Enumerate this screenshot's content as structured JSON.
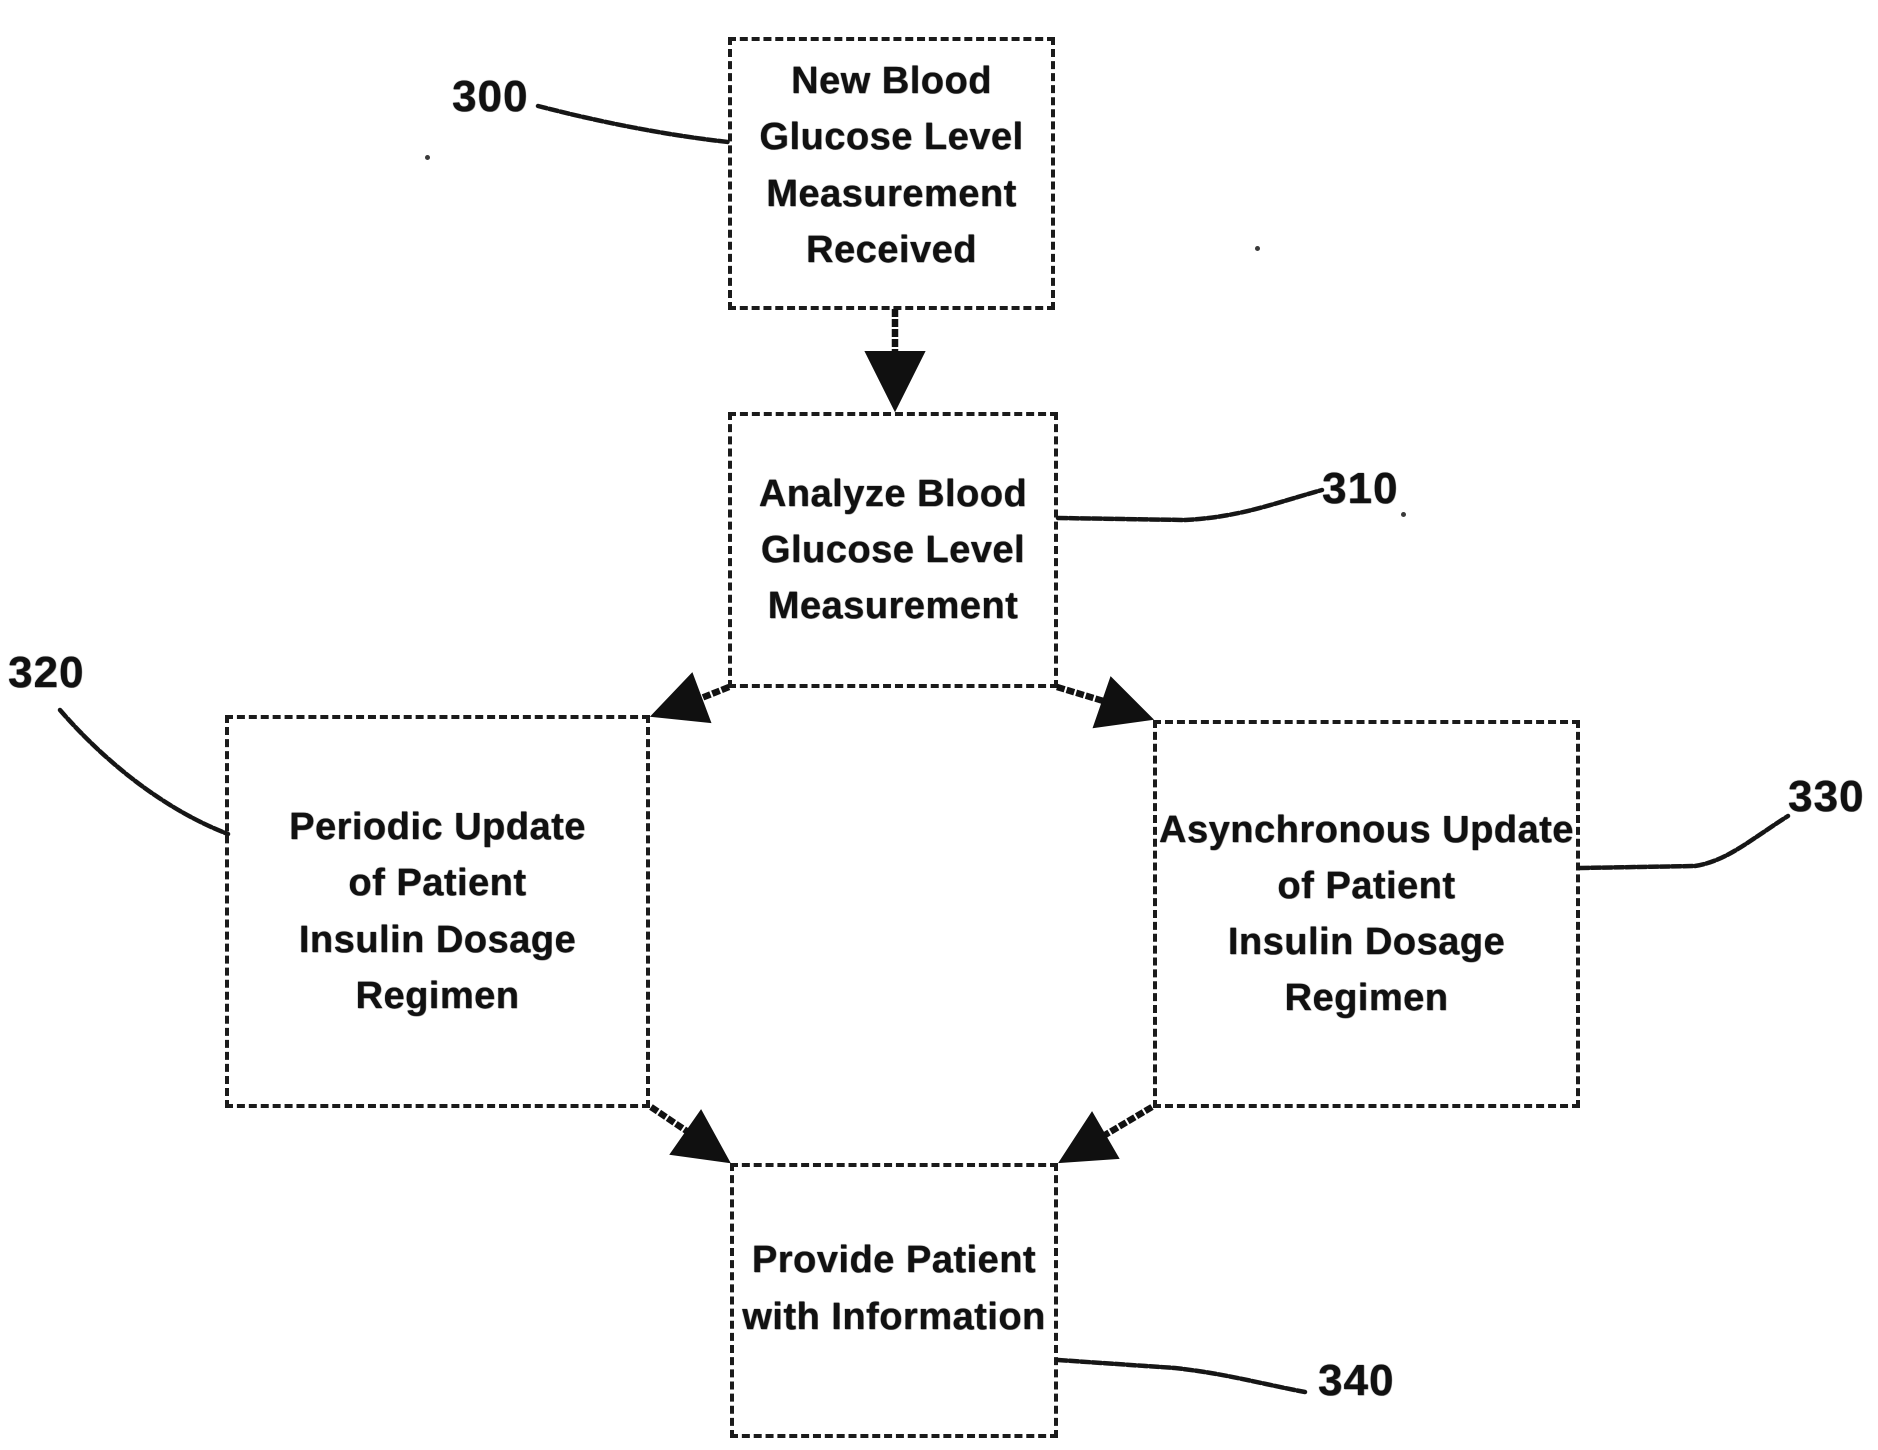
{
  "figure": {
    "ink_color": "#141414",
    "background_color": "#ffffff",
    "boxes": {
      "b300": {
        "text": "New Blood\nGlucose Level\nMeasurement\nReceived"
      },
      "b310": {
        "text": "Analyze Blood\nGlucose Level\nMeasurement"
      },
      "b320": {
        "text": "Periodic Update\nof Patient\nInsulin Dosage\nRegimen"
      },
      "b330": {
        "text": "Asynchronous Update\nof Patient\nInsulin Dosage\nRegimen"
      },
      "b340": {
        "text": "Provide Patient\nwith Information"
      }
    },
    "ref_labels": {
      "r300": "300",
      "r310": "310",
      "r320": "320",
      "r330": "330",
      "r340": "340"
    }
  }
}
